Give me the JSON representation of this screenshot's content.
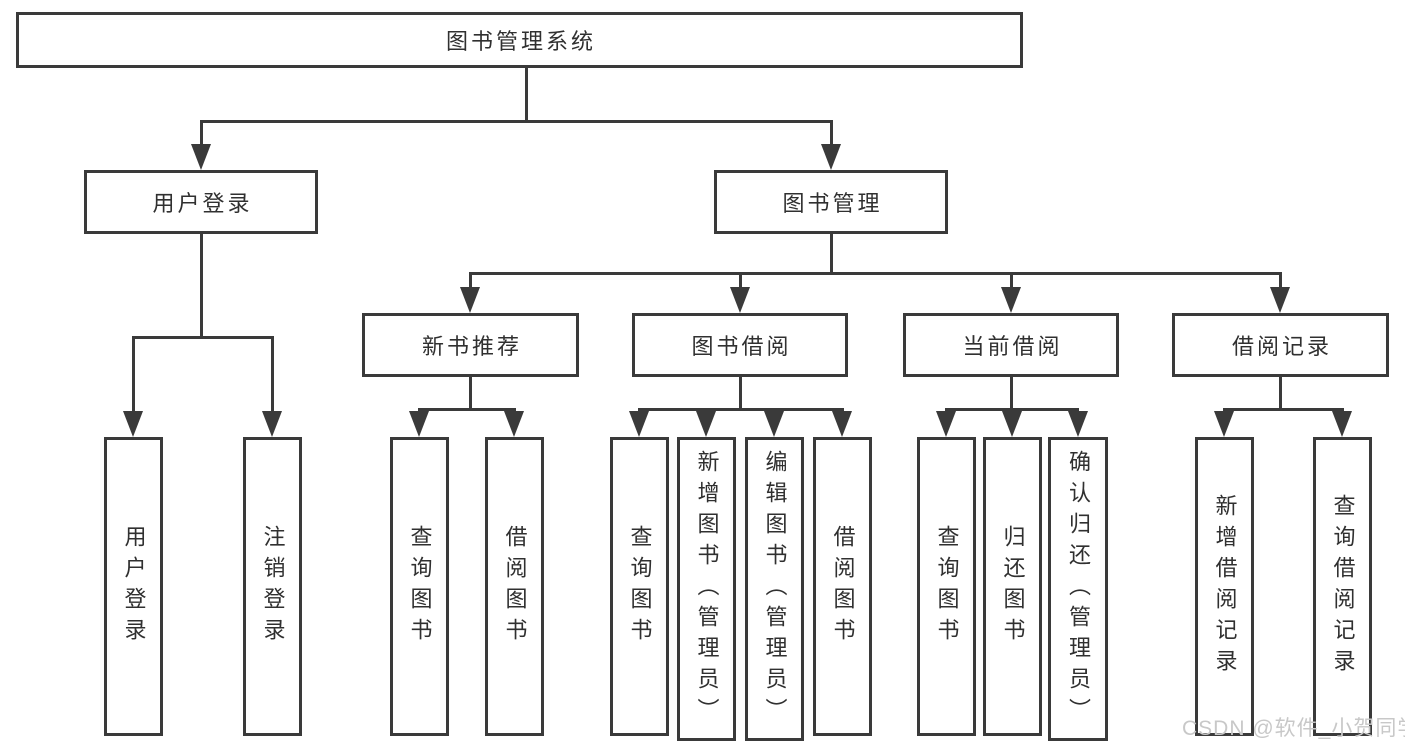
{
  "colors": {
    "line": "#3a3a3a",
    "text": "#303030",
    "background": "#ffffff",
    "watermark": "#c8c8c8"
  },
  "nodes": {
    "root": "图书管理系统",
    "user_login": "用户登录",
    "book_management": "图书管理",
    "login": "用户登录",
    "logout": "注销登录",
    "new_book_recommend": "新书推荐",
    "book_borrow": "图书借阅",
    "current_borrow": "当前借阅",
    "borrow_records": "借阅记录",
    "nb_query_books": "查询图书",
    "nb_borrow_books": "借阅图书",
    "bb_query_books": "查询图书",
    "bb_add_books": "新增图书（管理员）",
    "bb_edit_books": "编辑图书（管理员）",
    "bb_borrow_books": "借阅图书",
    "cb_query_books": "查询图书",
    "cb_return_books": "归还图书",
    "cb_confirm_return": "确认归还（管理员）",
    "br_add_record": "新增借阅记录",
    "br_query_record": "查询借阅记录"
  },
  "watermark": "CSDN @软件_小贺同学"
}
